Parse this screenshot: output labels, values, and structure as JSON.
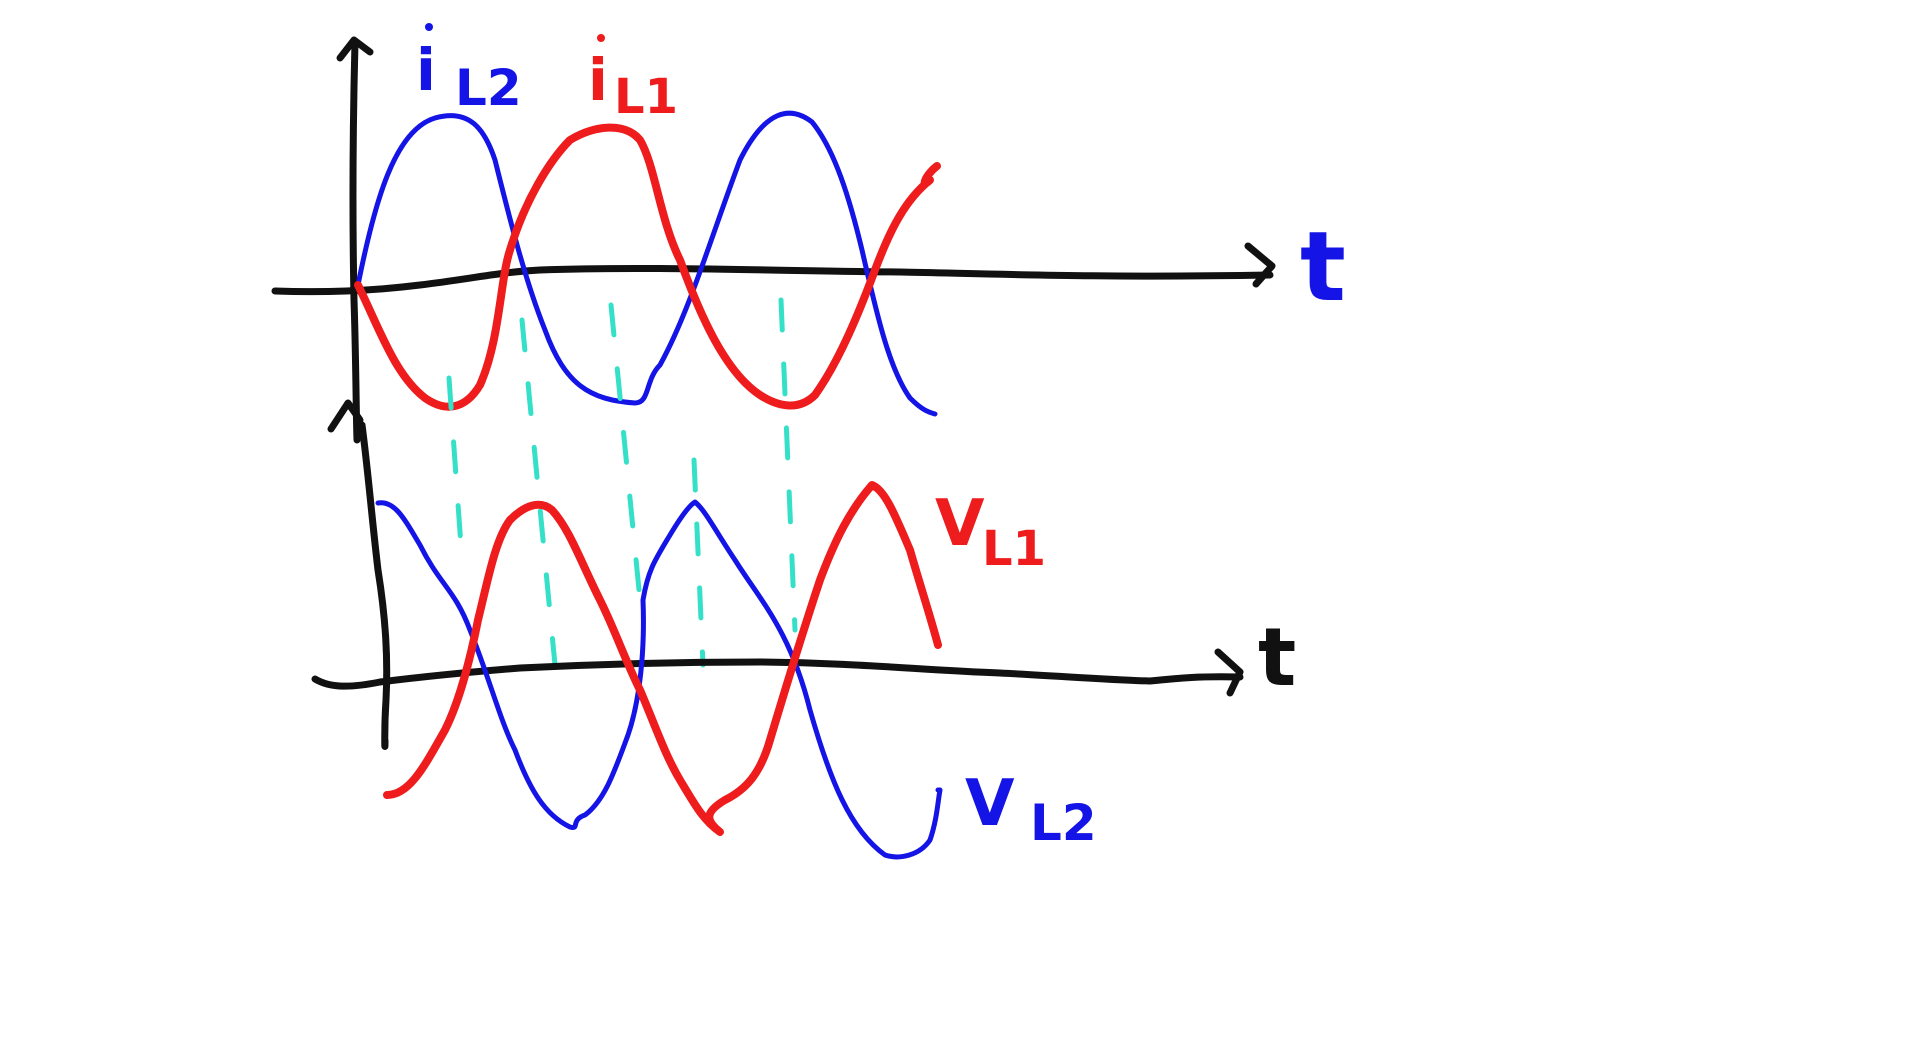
{
  "colors": {
    "background": "#ffffff",
    "axis": "#111111",
    "inductor_1": "#ee1c1c",
    "inductor_2": "#1414e6",
    "guide": "#35e0c8"
  },
  "top_plot": {
    "axis_label": "t",
    "current_l2_label": "i",
    "current_l2_subscript": "L2",
    "current_l1_label": "i",
    "current_l1_subscript": "L1"
  },
  "bottom_plot": {
    "axis_label": "t",
    "voltage_l1_label": "V",
    "voltage_l1_subscript": "L1",
    "voltage_l2_label": "V",
    "voltage_l2_subscript": "L2"
  }
}
